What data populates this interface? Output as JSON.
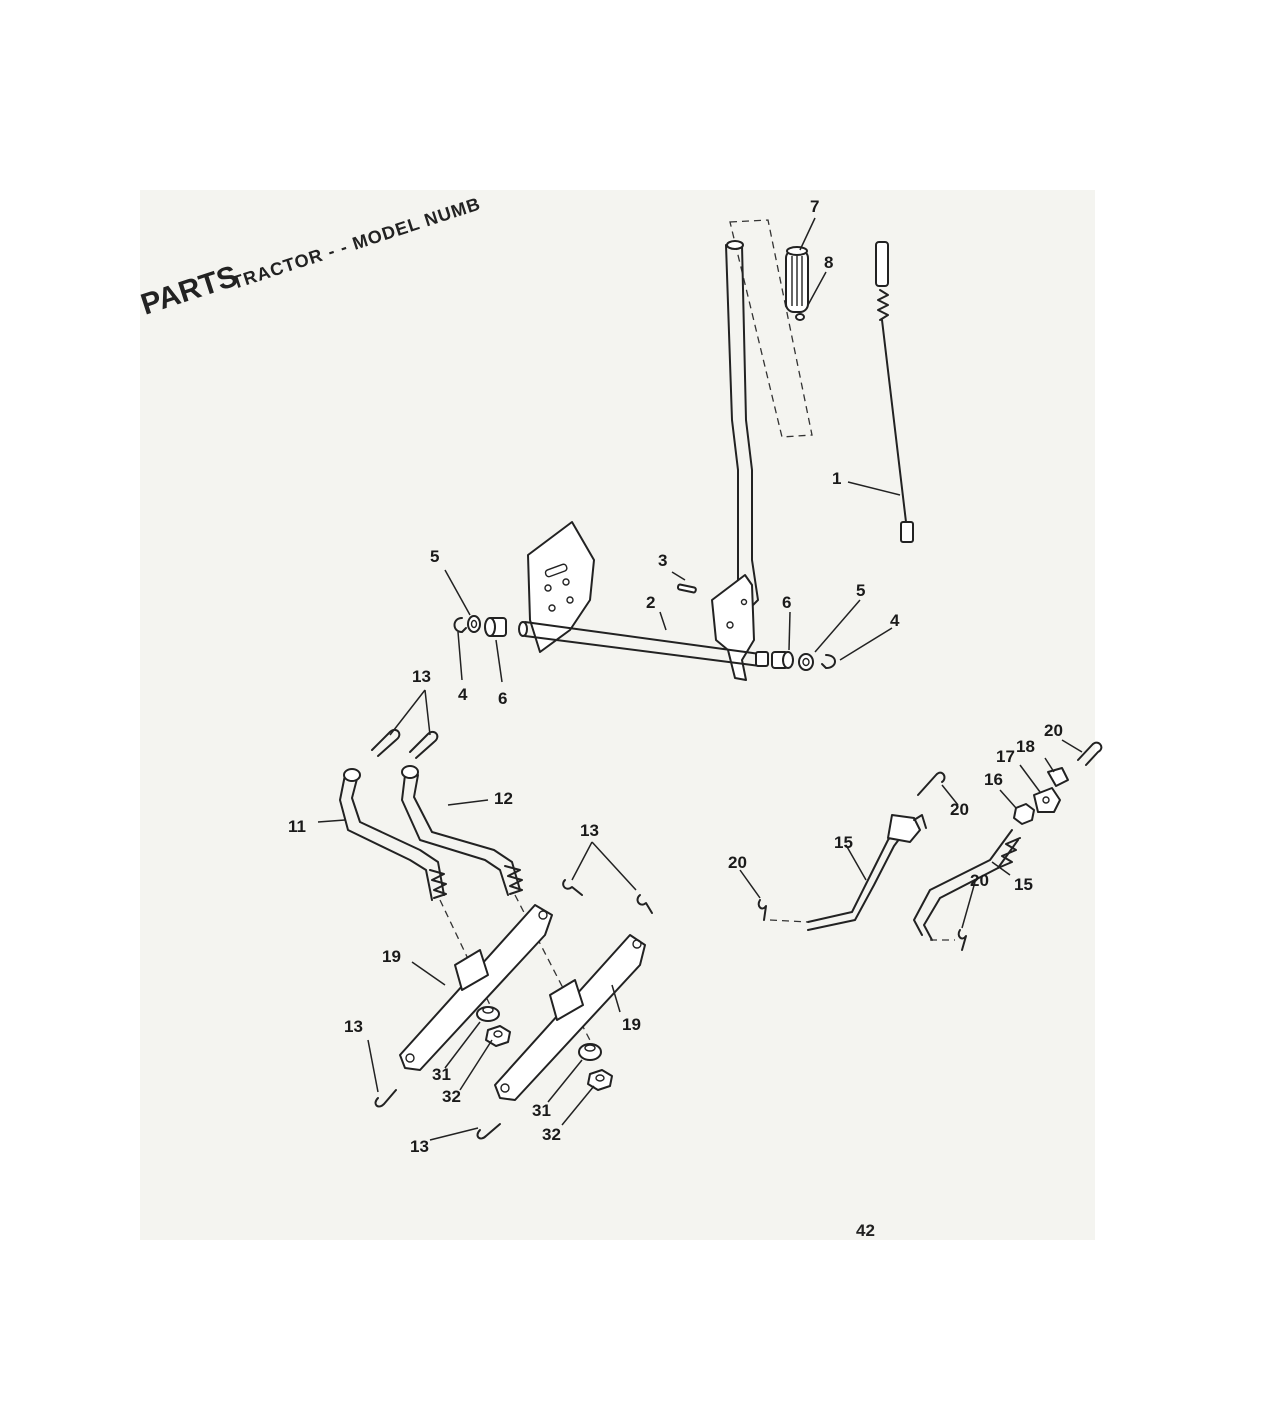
{
  "header": {
    "title": "PARTS",
    "subtitle": "TRACTOR - - MODEL NUMB"
  },
  "page_number": "42",
  "callouts": {
    "c1": "1",
    "c2": "2",
    "c3": "3",
    "c4a": "4",
    "c4b": "4",
    "c5a": "5",
    "c5b": "5",
    "c6a": "6",
    "c6b": "6",
    "c7": "7",
    "c8": "8",
    "c11": "11",
    "c12": "12",
    "c13a": "13",
    "c13b": "13",
    "c13c": "13",
    "c13d": "13",
    "c15a": "15",
    "c15b": "15",
    "c16": "16",
    "c17": "17",
    "c18": "18",
    "c19a": "19",
    "c19b": "19",
    "c20a": "20",
    "c20b": "20",
    "c20c": "20",
    "c20d": "20",
    "c31a": "31",
    "c31b": "31",
    "c32a": "32",
    "c32b": "32"
  }
}
